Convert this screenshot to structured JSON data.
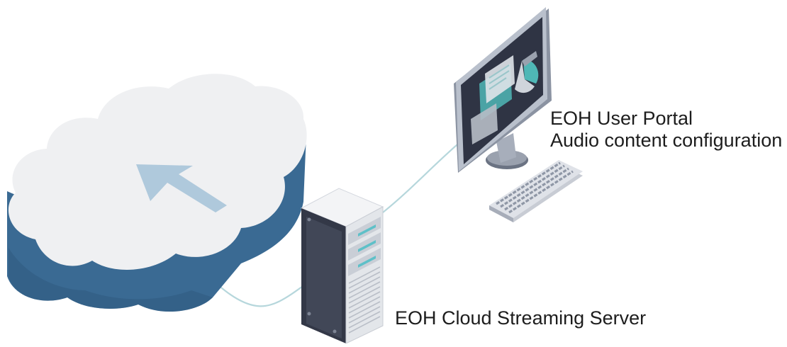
{
  "labels": {
    "portal_title": "EOH User Portal",
    "portal_subtitle": "Audio content configuration",
    "server": "EOH Cloud Streaming Server"
  },
  "colors": {
    "cloud_top": "#eff0f2",
    "cloud_side": "#3a6a93",
    "cloud_side_dark": "#2f5a80",
    "arrow": "#afc9dc",
    "cable": "#b6d7dc",
    "server_front": "#e3e6ea",
    "server_side": "#333847",
    "server_top": "#f3f4f6",
    "server_led": "#5ec0c8",
    "monitor_frame": "#b9c0cc",
    "monitor_screen": "#2f3444",
    "monitor_stand": "#6b7383",
    "keyboard_body": "#dfe2e8",
    "keyboard_keys": "#8f97a6",
    "screen_accent": "#4fb7b6"
  },
  "icons": [
    "cloud-icon",
    "upload-arrow-icon",
    "server-rack-icon",
    "monitor-icon",
    "keyboard-icon"
  ]
}
